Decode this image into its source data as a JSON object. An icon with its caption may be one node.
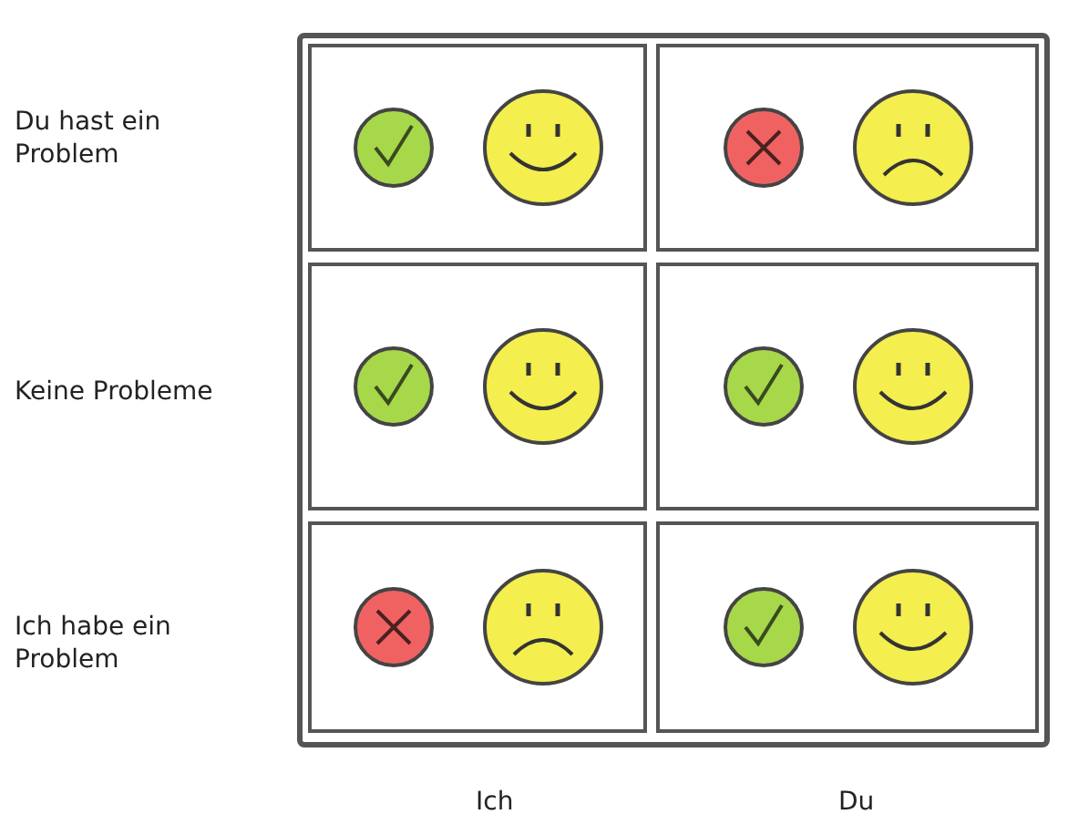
{
  "diagram": {
    "labels": [
      "Du hast ein Problem",
      "Keine Probleme",
      "Ich habe ein Problem",
      "Ich",
      "Du"
    ]
  }
}
